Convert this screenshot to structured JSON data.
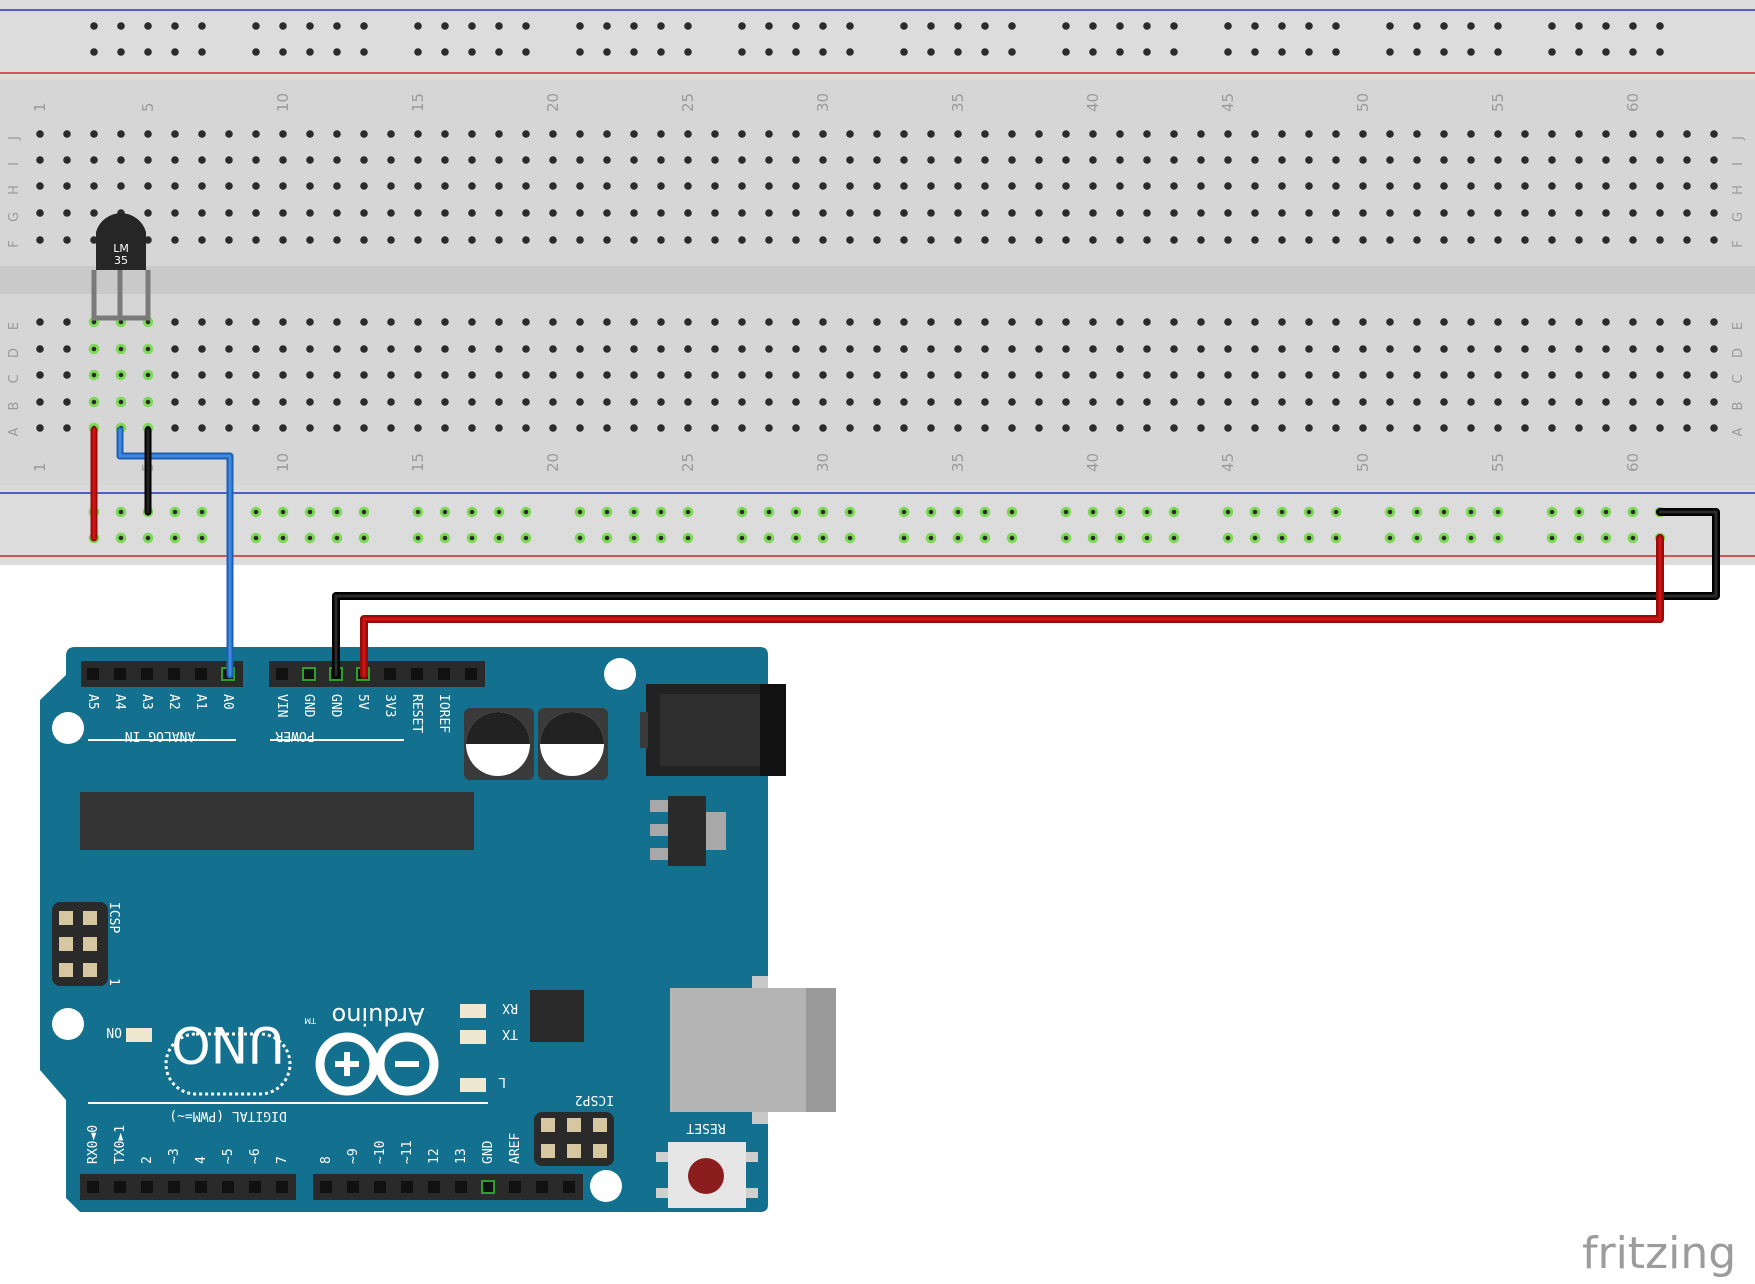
{
  "breadboard": {
    "column_numbers": [
      "1",
      "5",
      "10",
      "15",
      "20",
      "25",
      "30",
      "35",
      "40",
      "45",
      "50",
      "55",
      "60"
    ],
    "rows_top": [
      "J",
      "I",
      "H",
      "G",
      "F"
    ],
    "rows_bottom": [
      "E",
      "D",
      "C",
      "B",
      "A"
    ]
  },
  "sensor": {
    "line1": "LM",
    "line2": "35"
  },
  "arduino": {
    "analog_pins": [
      "A5",
      "A4",
      "A3",
      "A2",
      "A1",
      "A0"
    ],
    "analog_title": "ANALOG IN",
    "power_pins": [
      "VIN",
      "GND",
      "GND",
      "5V",
      "3V3",
      "RESET",
      "IOREF"
    ],
    "power_title": "POWER",
    "digital_pins_left": [
      "RX0◄0",
      "TX0►1",
      "2",
      "~3",
      "4",
      "~5",
      "~6",
      "7"
    ],
    "digital_pins_right": [
      "8",
      "~9",
      "~10",
      "~11",
      "12",
      "13",
      "GND",
      "AREF"
    ],
    "digital_title": "DIGITAL (PWM=~)",
    "logo_text": "Arduino",
    "tm": "TM",
    "uno": "UNO",
    "icsp": "ICSP",
    "icsp2": "ICSP2",
    "icsp_pin1": "1",
    "rx": "RX",
    "tx": "TX",
    "l": "L",
    "on": "ON",
    "reset": "RESET",
    "colors": {
      "board": "#13718f",
      "header": "#2a2a2a"
    }
  },
  "wires": {
    "colors": {
      "red": "#c40d0d",
      "black": "#111111",
      "blue": "#2f7bd6"
    }
  },
  "watermark": "fritzing"
}
